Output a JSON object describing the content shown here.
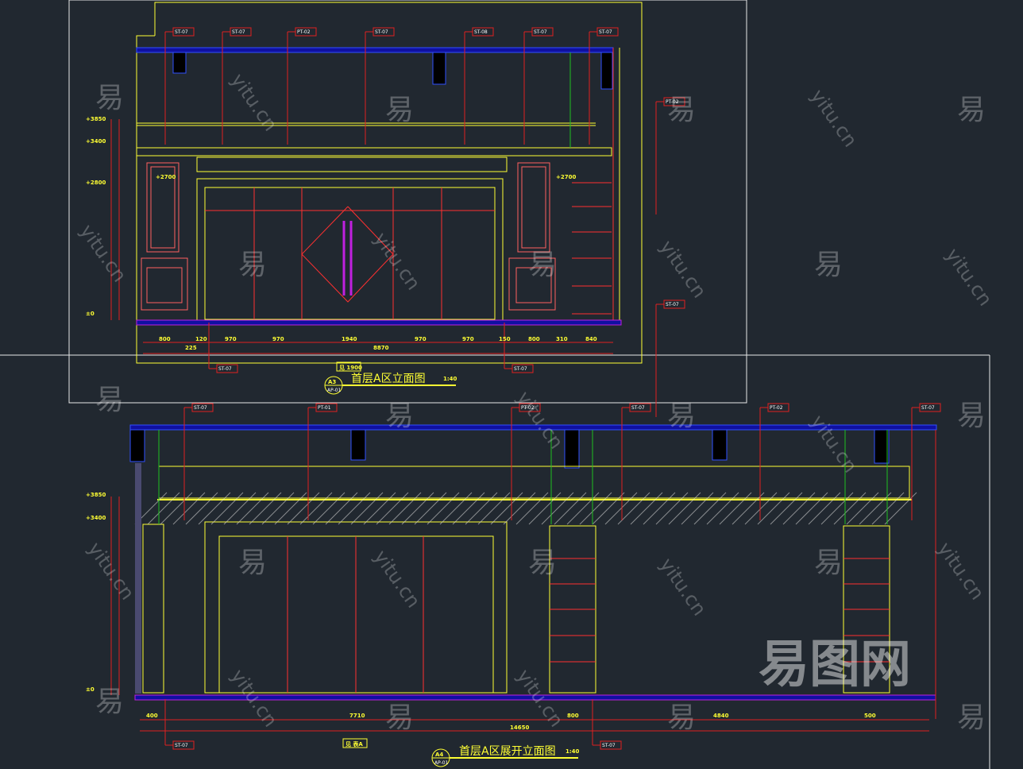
{
  "drawing_a3": {
    "title": "首层A区立面图",
    "callout_id": "A3",
    "callout_sheet": "AP-01",
    "scale": "1:40",
    "levels": [
      "+3850",
      "+3400",
      "+2800",
      "±0"
    ],
    "level_mark": "+2700",
    "tags": [
      "ST-07",
      "ST-07",
      "PT-02",
      "ST-07",
      "ST-08",
      "ST-07",
      "ST-07",
      "PT-02",
      "ST-07",
      "ST-07",
      "ST-07"
    ],
    "dims_row1": [
      "800",
      "120",
      "970",
      "970",
      "1940",
      "970",
      "970",
      "150",
      "800",
      "310",
      "840"
    ],
    "dims_row2": [
      "225",
      "8870"
    ],
    "note_box": "见 1900"
  },
  "drawing_a4": {
    "title": "首层A区展开立面图",
    "callout_id": "A4",
    "callout_sheet": "AP-01",
    "scale": "1:40",
    "levels": [
      "+3850",
      "+3400",
      "±0"
    ],
    "tags": [
      "ST-07",
      "PT-01",
      "PT-02",
      "ST-07",
      "PT-02",
      "ST-07",
      "ST-07",
      "ST-07"
    ],
    "dims_row1": [
      "400",
      "7710",
      "800",
      "4840",
      "500"
    ],
    "dims_row2": [
      "14650"
    ],
    "note_box": "见 表A"
  },
  "watermark": {
    "glyph": "易",
    "site": "yitu.cn",
    "logo": "易图网"
  },
  "colors": {
    "background": "#212830",
    "dimension": "#e02020",
    "outline": "#ffff33",
    "floor": "#1010a0",
    "accent": "#c020e0"
  }
}
